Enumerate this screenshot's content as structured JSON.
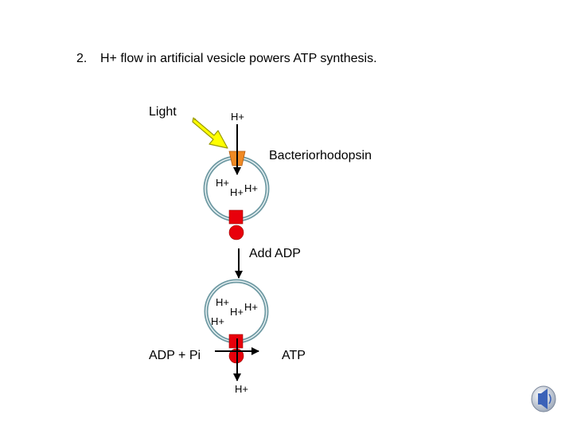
{
  "slide": {
    "item_number": "2.",
    "heading": "H+ flow in artificial vesicle powers ATP synthesis."
  },
  "diagram": {
    "light_label": "Light",
    "top_proton": "H+",
    "pump_label": "Bacteriorhodopsin",
    "vesicle1_protons": [
      "H+",
      "H+",
      "H+"
    ],
    "step_label": "Add ADP",
    "vesicle2_protons": [
      "H+",
      "H+",
      "H+",
      "H+"
    ],
    "substrate_label": "ADP + Pi",
    "product_label": "ATP",
    "bottom_proton": "H+"
  },
  "colors": {
    "membrane": "#6f9aa3",
    "membrane_inner": "#eaf3f5",
    "pump": "#f08a24",
    "atp_synthase": "#e8000b",
    "light_arrow": "#ffff00",
    "light_arrow_edge": "#9a9a00"
  },
  "icons": {
    "audio": "speaker-icon"
  }
}
